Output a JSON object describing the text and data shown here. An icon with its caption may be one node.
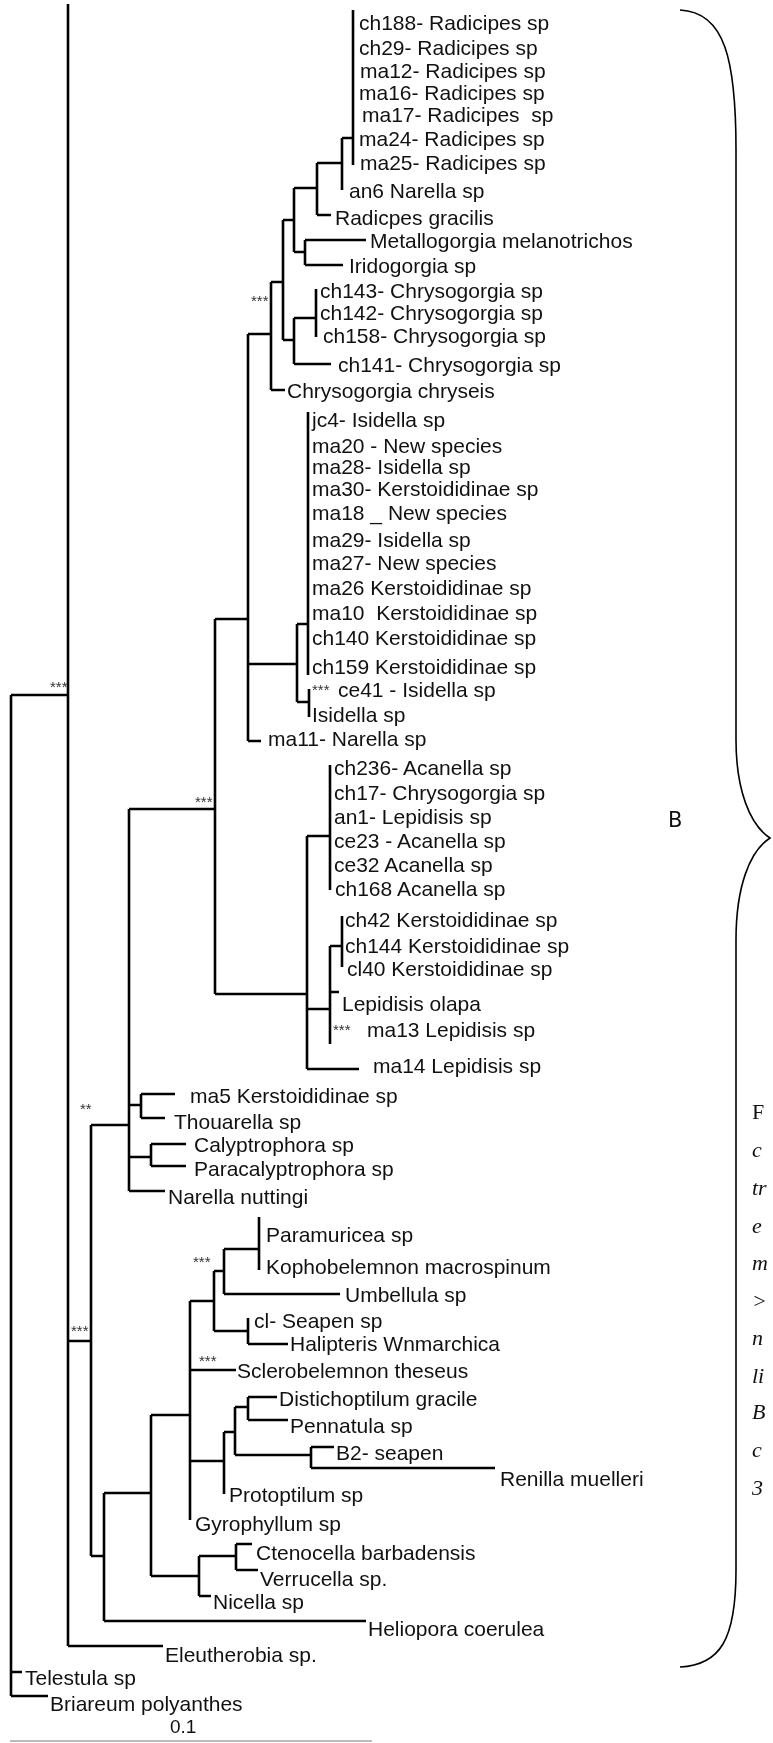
{
  "diagram": {
    "labels": [
      "ch188- Radicipes sp",
      "ch29- Radicipes sp",
      "ma12- Radicipes sp",
      "ma16- Radicipes sp",
      "ma17- Radicipes  sp",
      "ma24- Radicipes sp",
      "ma25- Radicipes sp",
      "an6 Narella sp",
      "Radicpes gracilis",
      "Metallogorgia melanotrichos",
      "Iridogorgia sp",
      "ch143- Chrysogorgia sp",
      "***",
      "ch142- Chrysogorgia sp",
      "ch158- Chrysogorgia sp",
      "ch141- Chrysogorgia sp",
      "Chrysogorgia chryseis",
      "jc4- Isidella sp",
      "ma20 - New species",
      "ma28- Isidella sp",
      "ma30- Kerstoididinae sp",
      "ma18 _ New species",
      "ma29- Isidella sp",
      "ma27- New species",
      "ma26 Kerstoididinae sp",
      "ma10  Kerstoididinae sp",
      "ch140 Kerstoididinae sp",
      "ch159 Kerstoididinae sp",
      "***",
      "ce41 - Isidella sp",
      "***",
      "Isidella sp",
      "ma11- Narella sp",
      "ch236- Acanella sp",
      "ch17- Chrysogorgia sp",
      "***",
      "an1- Lepidisis sp",
      "B",
      "ce23 - Acanella sp",
      "ce32 Acanella sp",
      "ch168 Acanella sp",
      "ch42 Kerstoididinae sp",
      "ch144 Kerstoididinae sp",
      "cl40 Kerstoididinae sp",
      "Lepidisis olapa",
      "***",
      "ma13 Lepidisis sp",
      "ma14 Lepidisis sp",
      "ma5 Kerstoididinae sp",
      "**",
      "F",
      "Thouarella sp",
      "Calyptrophora sp",
      "c",
      "Paracalyptrophora sp",
      "tr",
      "Narella nuttingi",
      "e",
      "Paramuricea sp",
      "m",
      "Kophobelemnon macrospinum",
      "***",
      "Umbellula sp",
      ">",
      "cl- Seapen sp",
      "***",
      "n",
      "Halipteris Wnmarchica",
      "***",
      "Sclerobelemnon theseus",
      "li",
      "Distichoptilum gracile",
      "B",
      "Pennatula sp",
      "c",
      "B2- seapen",
      "Renilla muelleri",
      "3",
      "Protoptilum sp",
      "Gyrophyllum sp",
      "Ctenocella barbadensis",
      "Verrucella sp.",
      "Nicella sp",
      "Heliopora coerulea",
      "Eleutherobia sp.",
      "Telestula sp",
      "Briareum polyanthes",
      "0.1"
    ]
  }
}
